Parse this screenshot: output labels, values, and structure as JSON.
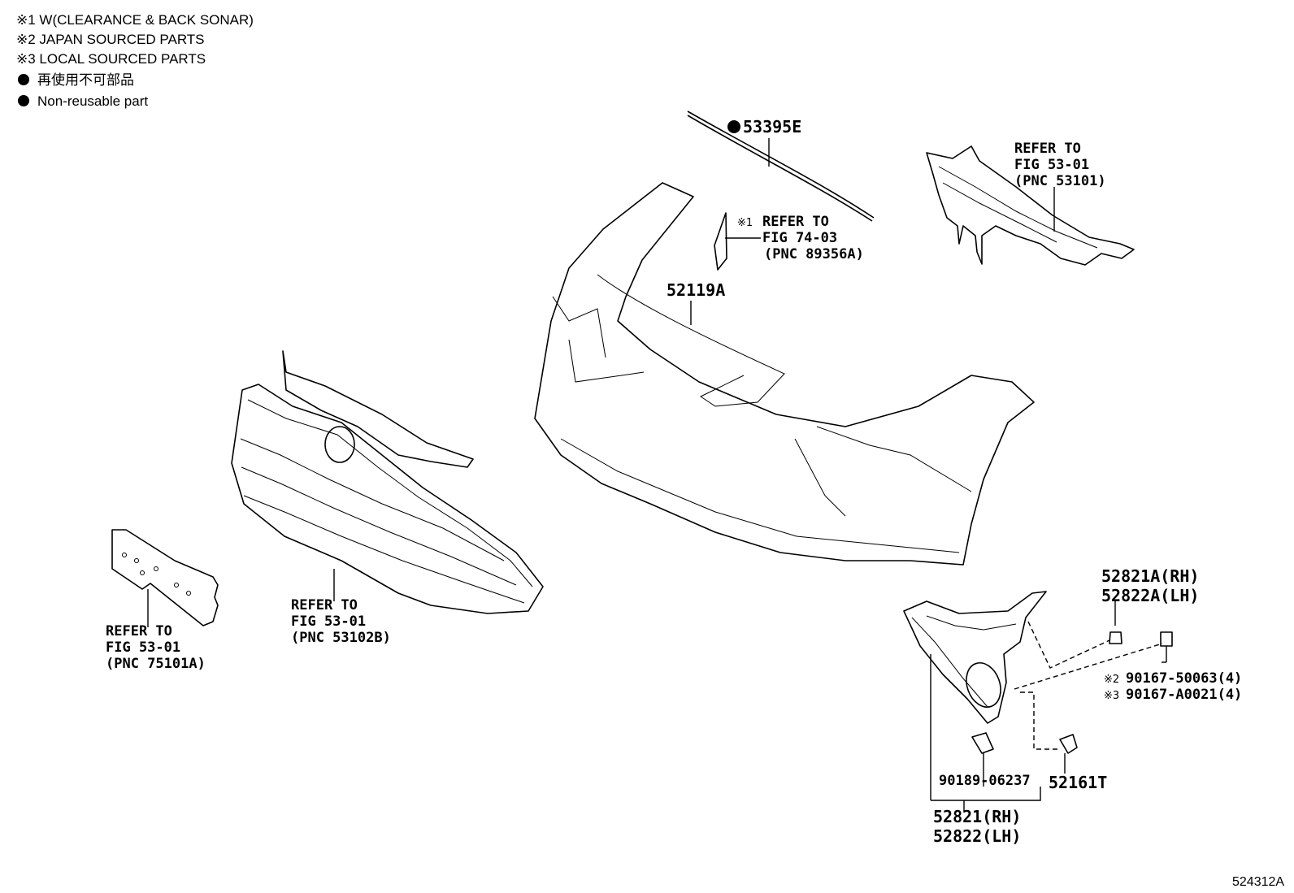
{
  "legend": {
    "lines": [
      "※1 W(CLEARANCE & BACK SONAR)",
      "※2 JAPAN SOURCED PARTS",
      "※3 LOCAL SOURCED PARTS",
      "再使用不可部品",
      "Non-reusable part"
    ]
  },
  "callouts": {
    "molding": "53395E",
    "bumper_cover": "52119A",
    "sensor_ref": [
      "REFER TO",
      "FIG 74-03",
      "(PNC 89356A)"
    ],
    "sensor_mark": "※1",
    "reinforcement_ref": [
      "REFER TO",
      "FIG 53-01",
      "(PNC 53101)"
    ],
    "grille_ref": [
      "REFER TO",
      "FIG 53-01",
      "(PNC 53102B)"
    ],
    "plate_ref": [
      "REFER TO",
      "FIG 53-01",
      "(PNC 75101A)"
    ],
    "cover_upper": [
      "52821A(RH)",
      "52822A(LH)"
    ],
    "screw_japan": "90167-50063(4)",
    "screw_japan_mark": "※2",
    "screw_local": "90167-A0021(4)",
    "screw_local_mark": "※3",
    "clip": "90189-06237",
    "retainer": "52161T",
    "cover_lower": [
      "52821(RH)",
      "52822(LH)"
    ]
  },
  "diagram_id": "524312A",
  "colors": {
    "ink": "#000000",
    "paper": "#ffffff"
  }
}
